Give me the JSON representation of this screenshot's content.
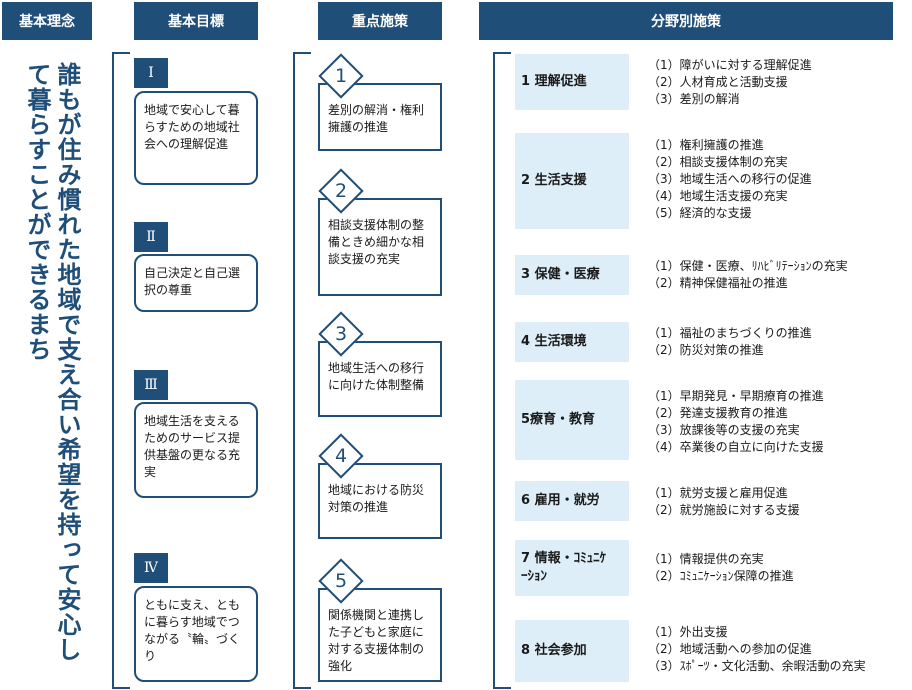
{
  "headers": {
    "philosophy": "基本理念",
    "goals": "基本目標",
    "policies": "重点施策",
    "fields": "分野別施策"
  },
  "vision": "誰もが住み慣れた地域で支え合い希望を持って安心して暮らすことができるまち",
  "goals": [
    {
      "num": "Ⅰ",
      "text": "地域で安心して暮らすための地域社会への理解促進"
    },
    {
      "num": "Ⅱ",
      "text": "自己決定と自己選択の尊重"
    },
    {
      "num": "Ⅲ",
      "text": "地域生活を支えるためのサービス提供基盤の更なる充実"
    },
    {
      "num": "Ⅳ",
      "text": "ともに支え、ともに暮らす地域でつながる〝輪〟づくり"
    }
  ],
  "policies": [
    {
      "num": "1",
      "text": "差別の解消・権利擁護の推進"
    },
    {
      "num": "2",
      "text": "相談支援体制の整備ときめ細かな相談支援の充実"
    },
    {
      "num": "3",
      "text": "地域生活への移行に向けた体制整備"
    },
    {
      "num": "4",
      "text": "地域における防災対策の推進"
    },
    {
      "num": "5",
      "text": "関係機関と連携した子どもと家庭に対する支援体制の強化"
    }
  ],
  "fields": [
    {
      "label": "1 理解促進",
      "items": [
        "（1）障がいに対する理解促進",
        "（2）人材育成と活動支援",
        "（3）差別の解消"
      ]
    },
    {
      "label": "2 生活支援",
      "items": [
        "（1）権利擁護の推進",
        "（2）相談支援体制の充実",
        "（3）地域生活への移行の促進",
        "（4）地域生活支援の充実",
        "（5）経済的な支援"
      ]
    },
    {
      "label": "3 保健・医療",
      "items": [
        "（1）保健・医療、ﾘﾊﾋﾞﾘﾃｰｼｮﾝの充実",
        "（2）精神保健福祉の推進"
      ]
    },
    {
      "label": "4 生活環境",
      "items": [
        "（1）福祉のまちづくりの推進",
        "（2）防災対策の推進"
      ]
    },
    {
      "label": "5療育・教育",
      "items": [
        "（1）早期発見・早期療育の推進",
        "（2）発達支援教育の推進",
        "（3）放課後等の支援の充実",
        "（4）卒業後の自立に向けた支援"
      ]
    },
    {
      "label": "6 雇用・就労",
      "items": [
        "（1）就労支援と雇用促進",
        "（2）就労施設に対する支援"
      ]
    },
    {
      "label": "7 情報・ｺﾐｭﾆｹｰｼｮﾝ",
      "items": [
        "（1）情報提供の充実",
        "（2）ｺﾐｭﾆｹｰｼｮﾝ保障の推進"
      ]
    },
    {
      "label": "8 社会参加",
      "items": [
        "（1）外出支援",
        "（2）地域活動への参加の促進",
        "（3）ｽﾎﾟｰﾂ・文化活動、余暇活動の充実"
      ]
    }
  ]
}
